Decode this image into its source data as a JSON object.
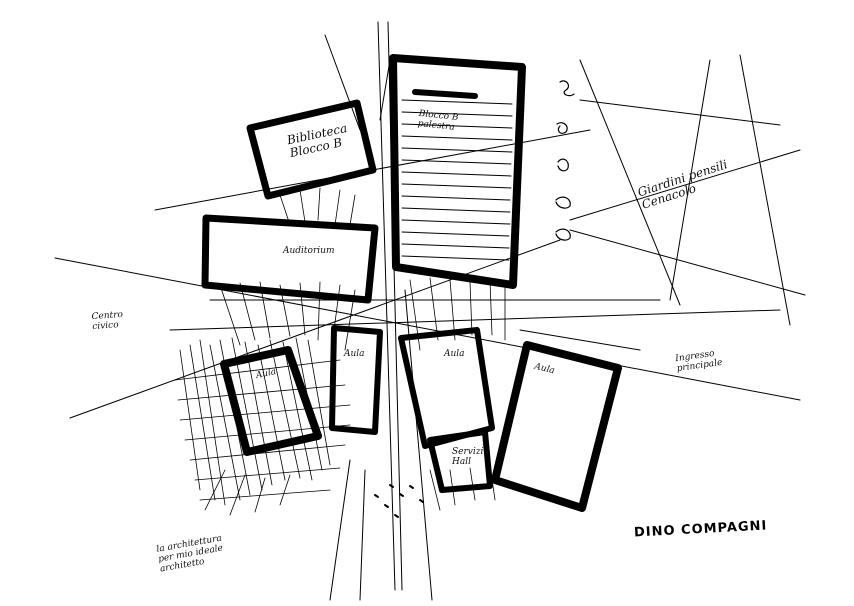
{
  "sketch": {
    "ink_color": "#000000",
    "paper_color": "#ffffff"
  },
  "labels": {
    "biblioteca": "Biblioteca\nBlocco B",
    "blocco_b_tower": "Blocco B\npalestra",
    "auditorium": "Auditorium",
    "centro_civico": "Centro\ncivico",
    "giardini": "Giardini pensili\nCenacolo",
    "ingresso": "Ingresso\nprincipale",
    "bottom_note": "la architettura\nper mio ideale\narchitetto",
    "small_a": "Aula",
    "small_b": "Aula",
    "small_c": "Aula",
    "small_d": "Servizi\nHall",
    "small_e": "Aula"
  },
  "signature": "DINO COMPAGNI"
}
